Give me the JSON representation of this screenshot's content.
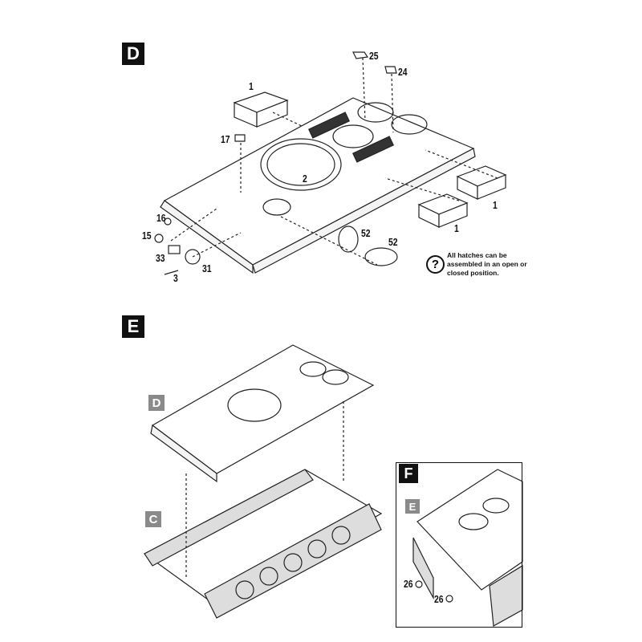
{
  "steps": {
    "d": {
      "label": "D"
    },
    "e": {
      "label": "E"
    },
    "f": {
      "label": "F"
    }
  },
  "sub_labels": {
    "d_in_e": "D",
    "c_in_e": "C",
    "e_in_f": "E"
  },
  "parts": {
    "p25": "25",
    "p24": "24",
    "p1_top": "1",
    "p17": "17",
    "p2": "2",
    "p16": "16",
    "p15": "15",
    "p33": "33",
    "p31": "31",
    "p3": "3",
    "p52a": "52",
    "p52b": "52",
    "p1_right_a": "1",
    "p1_right_b": "1",
    "p26a": "26",
    "p26b": "26"
  },
  "note": {
    "icon": "question-circle-icon",
    "symbol": "?",
    "text": "All hatches can be assembled in an open or closed position."
  },
  "colors": {
    "line": "#111111",
    "badge_black": "#111111",
    "badge_gray": "#8a8a8a"
  }
}
